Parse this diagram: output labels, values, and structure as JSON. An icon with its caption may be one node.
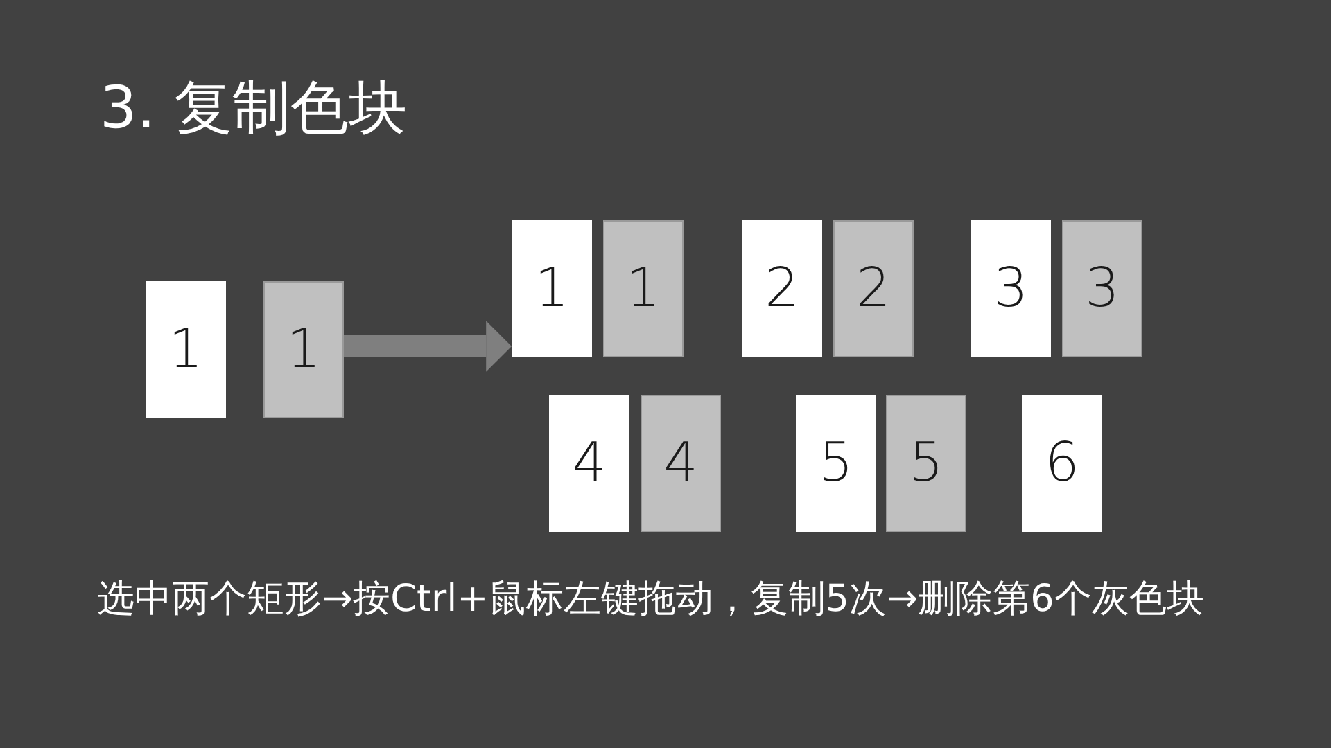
{
  "diagram": {
    "title": "3. 复制色块",
    "nodes": [
      {
        "text": [
          "1"
        ]
      },
      {
        "text": [
          "1"
        ]
      },
      {
        "text": [
          "1"
        ]
      },
      {
        "text": [
          "1"
        ]
      },
      {
        "text": [
          "2"
        ]
      },
      {
        "text": [
          "2"
        ]
      },
      {
        "text": [
          "3"
        ]
      },
      {
        "text": [
          "3"
        ]
      },
      {
        "text": [
          "4"
        ]
      },
      {
        "text": [
          "4"
        ]
      },
      {
        "text": [
          "5"
        ]
      },
      {
        "text": [
          "5"
        ]
      },
      {
        "text": [
          "6"
        ]
      }
    ],
    "edges": [
      {
        "from": 1,
        "to": 2,
        "arrow": "to"
      }
    ],
    "caption": "选中两个矩形→按Ctrl+鼠标左键拖动，复制5次→删除第6个灰色块"
  }
}
